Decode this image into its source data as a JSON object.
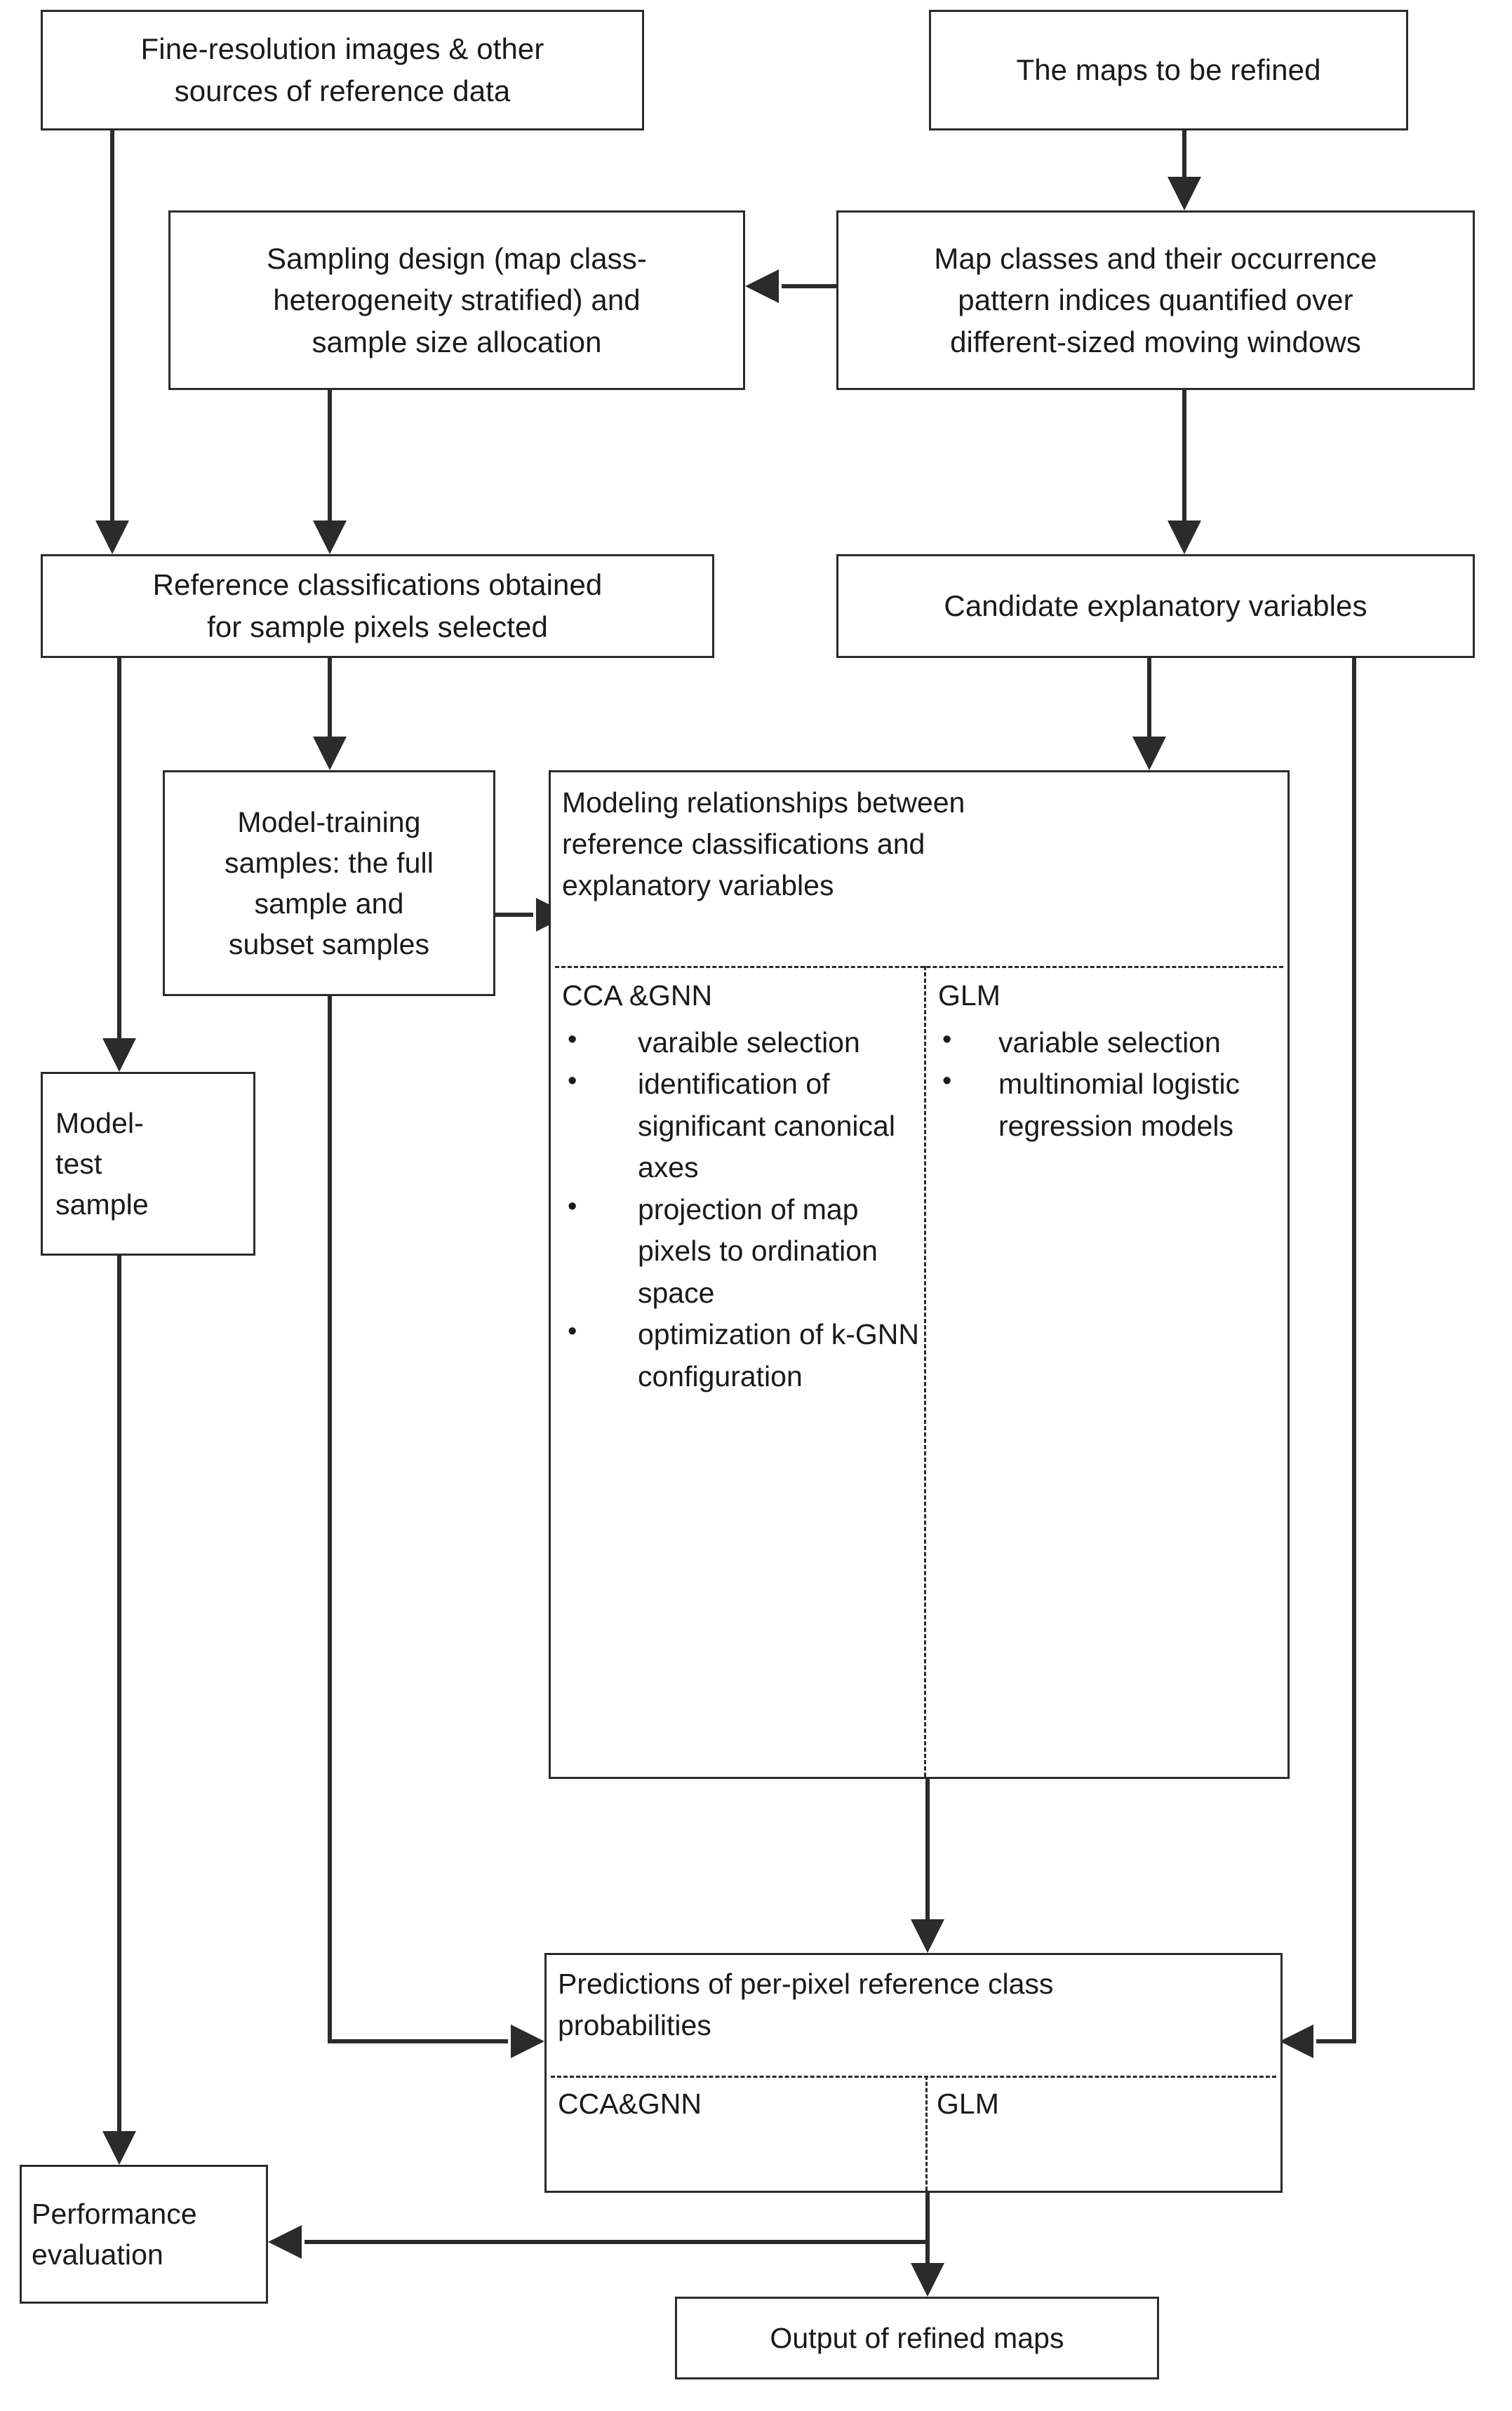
{
  "diagram": {
    "type": "flowchart",
    "title": "Map refinement modeling workflow",
    "stroke_color": "#2b2b2b",
    "background_color": "#ffffff",
    "text_color": "#1a1a1a"
  },
  "nodes": {
    "fine_resolution_images": "Fine-resolution images & other\nsources of reference data",
    "maps_to_be_refined": "The maps to be refined",
    "sampling_design": "Sampling design (map class-\nheterogeneity stratified) and\nsample size allocation",
    "map_classes": "Map classes and their occurrence\npattern indices quantified over\ndifferent-sized moving windows",
    "reference_classifications": "Reference classifications obtained\nfor sample pixels selected",
    "candidate_explanatory_variables": "Candidate explanatory variables",
    "model_training_samples": "Model-training\nsamples: the full\nsample and\nsubset samples",
    "model_test_sample": "Model-\ntest\nsample",
    "performance_evaluation": "Performance\nevaluation",
    "output_refined_maps": "Output of refined maps"
  },
  "modeling_panel": {
    "heading": "Modeling relationships between\nreference classifications and\nexplanatory variables",
    "left_column": {
      "title": "CCA &GNN",
      "bullets": [
        "varaible\nselection",
        "identification\nof significant\ncanonical\naxes",
        "projection of\nmap pixels to\nordination\nspace",
        "optimization\nof k-GNN\nconfiguration"
      ]
    },
    "right_column": {
      "title": "GLM",
      "bullets": [
        "variable\nselection",
        "multinomial\nlogistic\nregression\nmodels"
      ]
    }
  },
  "predictions_panel": {
    "heading": "Predictions of per-pixel reference class\nprobabilities",
    "left_label": "CCA&GNN",
    "right_label": "GLM"
  },
  "edges": [
    {
      "from": "fine_resolution_images",
      "to": "reference_classifications",
      "style": "elbow-down",
      "arrow": "down"
    },
    {
      "from": "maps_to_be_refined",
      "to": "map_classes",
      "style": "straight-down",
      "arrow": "down"
    },
    {
      "from": "map_classes",
      "to": "sampling_design",
      "style": "straight-left",
      "arrow": "left"
    },
    {
      "from": "sampling_design",
      "to": "reference_classifications",
      "style": "straight-down",
      "arrow": "down"
    },
    {
      "from": "map_classes",
      "to": "candidate_explanatory_variables",
      "style": "straight-down",
      "arrow": "down"
    },
    {
      "from": "reference_classifications",
      "to": "model_training_samples",
      "style": "straight-down",
      "arrow": "down"
    },
    {
      "from": "reference_classifications",
      "to": "model_test_sample",
      "style": "straight-down",
      "arrow": "down"
    },
    {
      "from": "candidate_explanatory_variables",
      "to": "modeling_panel",
      "style": "straight-down",
      "arrow": "down"
    },
    {
      "from": "candidate_explanatory_variables",
      "to": "predictions_panel",
      "style": "elbow-right-down",
      "arrow": "left"
    },
    {
      "from": "model_training_samples",
      "to": "modeling_panel",
      "style": "straight-right",
      "arrow": "right"
    },
    {
      "from": "model_training_samples",
      "to": "predictions_panel",
      "style": "elbow-down-right",
      "arrow": "right"
    },
    {
      "from": "model_test_sample",
      "to": "performance_evaluation",
      "style": "straight-down",
      "arrow": "down"
    },
    {
      "from": "modeling_panel",
      "to": "predictions_panel",
      "style": "straight-down",
      "arrow": "down"
    },
    {
      "from": "predictions_panel",
      "to": "performance_evaluation",
      "style": "elbow-left",
      "arrow": "left"
    },
    {
      "from": "predictions_panel",
      "to": "output_refined_maps",
      "style": "straight-down",
      "arrow": "down"
    }
  ]
}
